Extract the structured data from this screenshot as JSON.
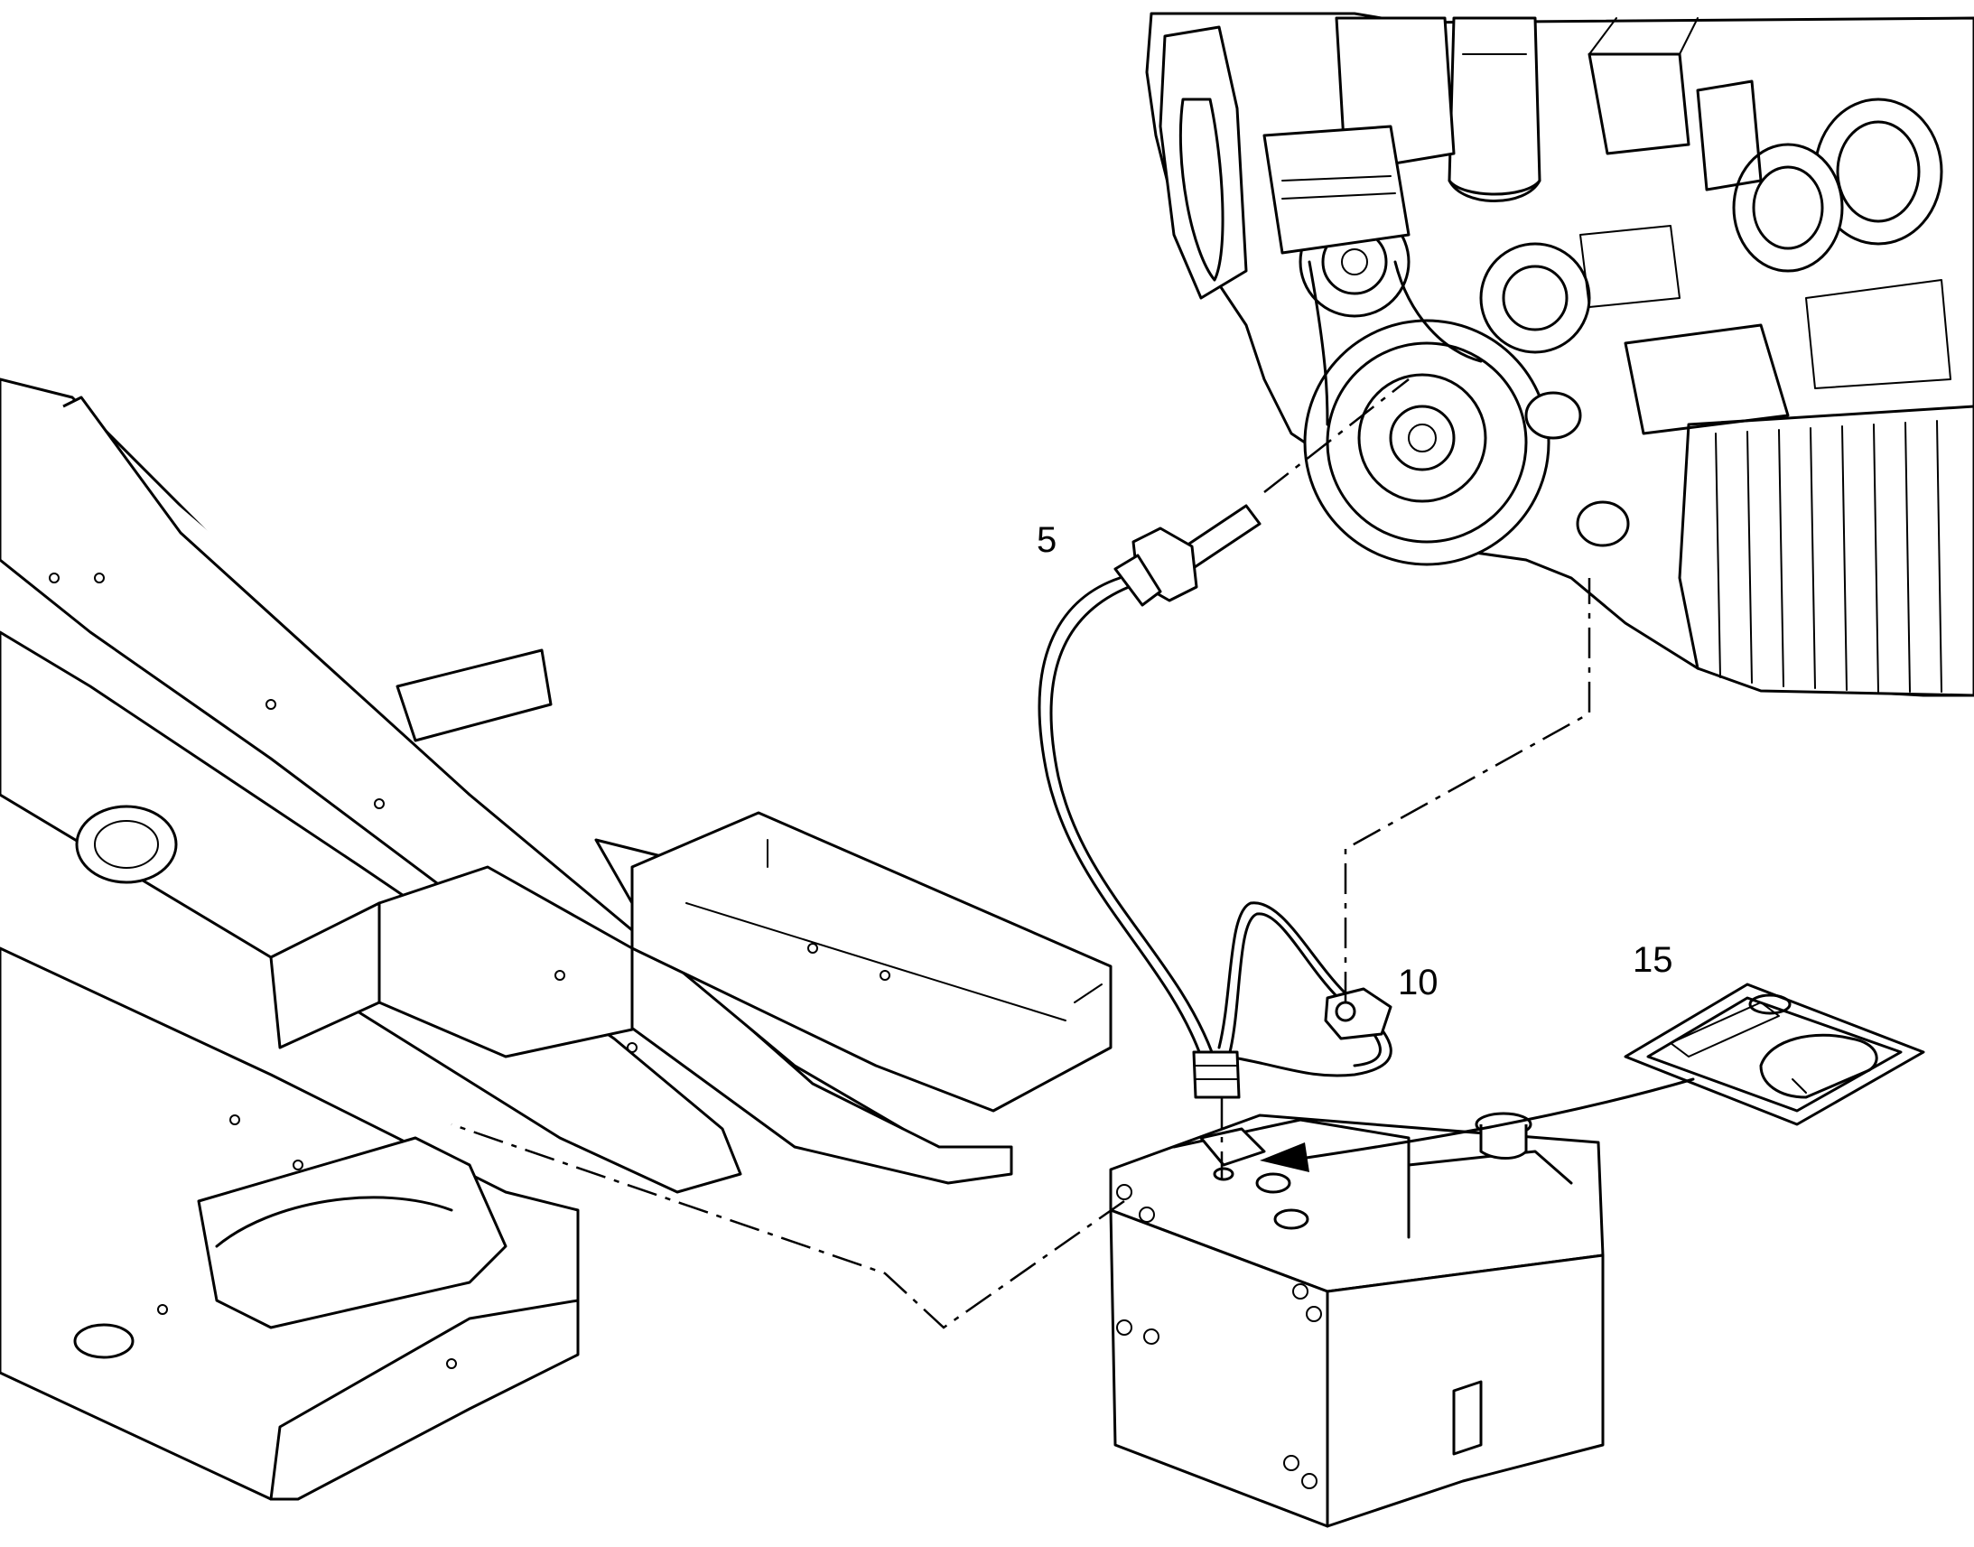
{
  "callouts": [
    {
      "id": "5",
      "label": "5"
    },
    {
      "id": "10",
      "label": "10"
    },
    {
      "id": "15",
      "label": "15"
    }
  ],
  "colors": {
    "line": "#000000",
    "background": "#ffffff"
  }
}
